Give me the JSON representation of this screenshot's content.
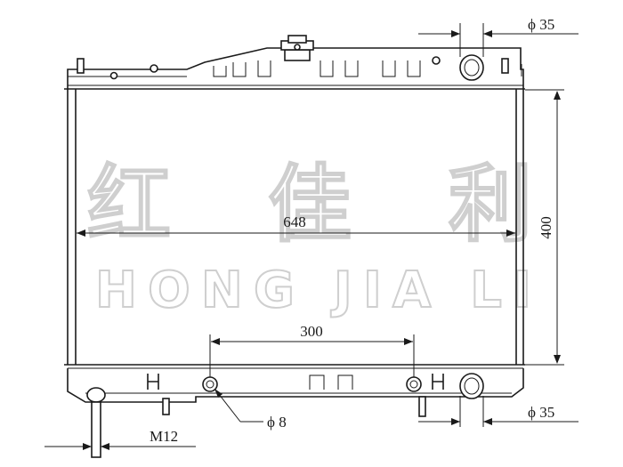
{
  "watermark": {
    "chinese": "红 佳 利",
    "latin": "HONG JIA LI"
  },
  "dimensions": {
    "width": "648",
    "height": "400",
    "bracket_spacing": "300",
    "top_pipe": "ϕ 35",
    "bottom_pipe": "ϕ 35",
    "bolt_hole": "ϕ 8",
    "drain_thread": "M12"
  }
}
